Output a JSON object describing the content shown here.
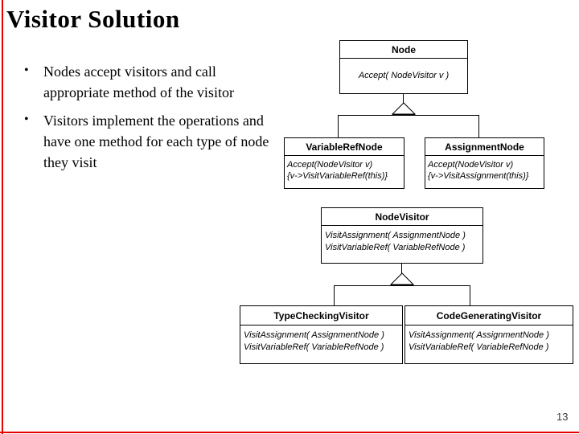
{
  "slide": {
    "title": "Visitor Solution",
    "page_number": "13",
    "accent_color": "#e60000",
    "bullet_glyph": "•"
  },
  "bullets": [
    "Nodes accept visitors and call appropriate method of the visitor",
    "Visitors implement the operations and have one method for each type of node they visit"
  ],
  "diagram": {
    "node_box": {
      "title": "Node",
      "methods": [
        "Accept( NodeVisitor v )"
      ]
    },
    "variableref_box": {
      "title": "VariableRefNode",
      "methods": [
        "Accept(NodeVisitor v)",
        "{v->VisitVariableRef(this)}"
      ]
    },
    "assignment_box": {
      "title": "AssignmentNode",
      "methods": [
        "Accept(NodeVisitor v)",
        "{v->VisitAssignment(this)}"
      ]
    },
    "nodevisitor_box": {
      "title": "NodeVisitor",
      "methods": [
        "VisitAssignment( AssignmentNode )",
        "VisitVariableRef( VariableRefNode )"
      ]
    },
    "typechecking_box": {
      "title": "TypeCheckingVisitor",
      "methods": [
        "VisitAssignment( AssignmentNode )",
        "VisitVariableRef( VariableRefNode )"
      ]
    },
    "codegenerating_box": {
      "title": "CodeGeneratingVisitor",
      "methods": [
        "VisitAssignment( AssignmentNode )",
        "VisitVariableRef( VariableRefNode )"
      ]
    }
  }
}
